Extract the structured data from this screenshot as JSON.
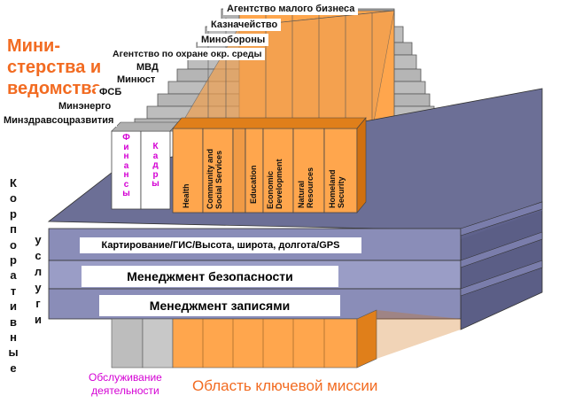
{
  "ministries_title": [
    "Мини-",
    "стерства и",
    "ведомства"
  ],
  "agencies": [
    "Агентство малого бизнеса",
    "Казначейство",
    "Минобороны",
    "Агентство по охране окр. среды",
    "МВД",
    "Минюст",
    "ФСБ",
    "Минэнерго",
    "Минздравсоцразвития"
  ],
  "support_columns": [
    {
      "label": "Финансы",
      "letters": [
        "Ф",
        "и",
        "н",
        "а",
        "н",
        "с",
        "ы"
      ]
    },
    {
      "label": "Кадры",
      "letters": [
        "К",
        "а",
        "д",
        "р",
        "ы"
      ]
    }
  ],
  "mission_columns": [
    "Health",
    "Community and Social Services",
    "Education",
    "Economic Development",
    "Natural Resources",
    "Homeland Security"
  ],
  "corporate_services_word1": [
    "К",
    "о",
    "р",
    "п",
    "о",
    "р",
    "а",
    "т",
    "и",
    "в",
    "н",
    "ы",
    "е"
  ],
  "corporate_services_word2": [
    "у",
    "с",
    "л",
    "у",
    "г",
    "и"
  ],
  "service_bands": [
    "Картирование/ГИС/Высота, широта, долгота/GPS",
    "Менеджмент безопасности",
    "Менеджмент записями"
  ],
  "activity_support": [
    "Обслуживание",
    "деятельности"
  ],
  "core_mission": "Область ключевой миссии",
  "colors": {
    "orange_title": "#f26b21",
    "magenta": "#d400d4",
    "orange_face": "#ffa64d",
    "orange_dark": "#e07f1a",
    "slate": "#6c6f96",
    "band": "#8a8db8",
    "gray_column": "#bdbdbd"
  }
}
